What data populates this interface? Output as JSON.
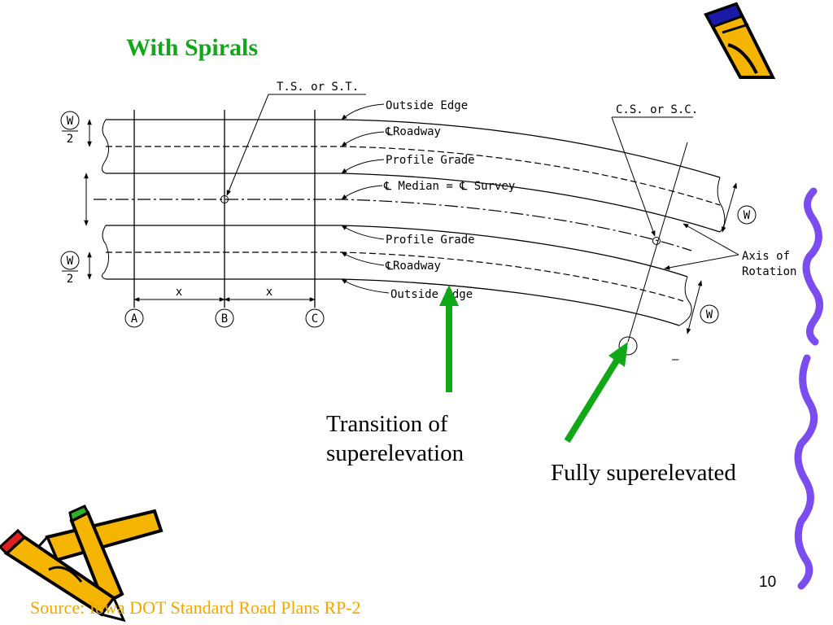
{
  "slide": {
    "title": "With Spirals",
    "page_number": "10",
    "source": "Source: Iowa DOT Standard Road Plans RP-2"
  },
  "captions": {
    "transition_line1": "Transition of",
    "transition_line2": "superelevation",
    "fully": "Fully superelevated"
  },
  "diagram": {
    "ts_label": "T.S. or S.T.",
    "cs_label": "C.S. or S.C.",
    "outside_edge_top": "Outside Edge",
    "roadway_top": "℄Roadway",
    "profile_grade_top": "Profile Grade",
    "median_survey": "℄ Median = ℄ Survey",
    "profile_grade_bottom": "Profile Grade",
    "roadway_bottom": "℄Roadway",
    "outside_edge_bottom": "Outside Edge",
    "axis_label_line1": "Axis of",
    "axis_label_line2": "Rotation",
    "w_label": "W",
    "two_label": "2",
    "x_label": "x",
    "station_a": "A",
    "station_b": "B",
    "station_c": "C",
    "dash_mark": "–"
  },
  "colors": {
    "title": "#10a816",
    "arrow": "#10a816",
    "source": "#f0a800",
    "squiggle": "#7b4df0",
    "pencil_body": "#f4b400",
    "pencil_outline": "#000000"
  },
  "icons": {
    "pencils_top_right": "pencil-clipart-icon",
    "pencils_bottom_left": "pencils-clipart-icon",
    "squiggle_right": "squiggle-border-icon"
  }
}
